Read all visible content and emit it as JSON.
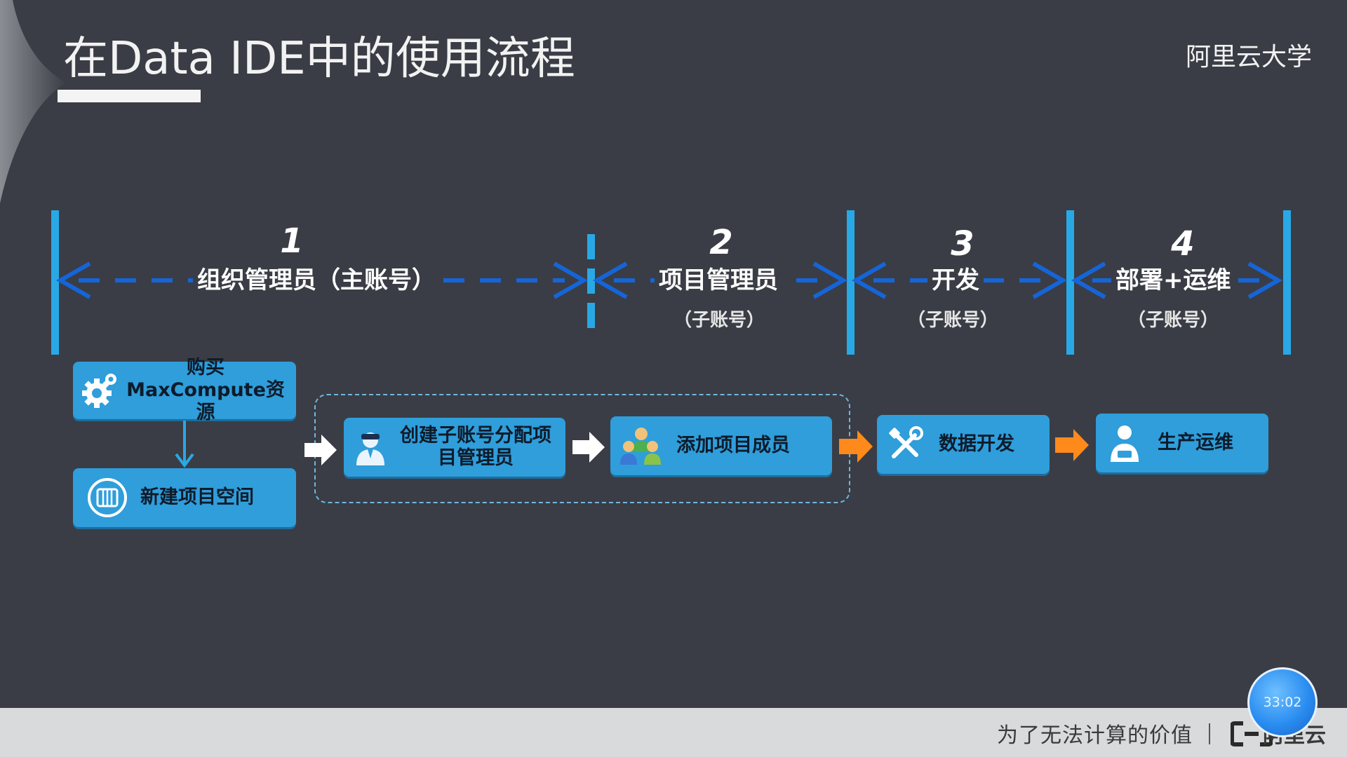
{
  "slide": {
    "title": "在Data IDE中的使用流程",
    "brand": "阿里云大学"
  },
  "stages": [
    {
      "number": "1",
      "role": "组织管理员（主账号）",
      "sub": ""
    },
    {
      "number": "2",
      "role": "项目管理员",
      "sub": "（子账号）"
    },
    {
      "number": "3",
      "role": "开发",
      "sub": "（子账号）"
    },
    {
      "number": "4",
      "role": "部署+运维",
      "sub": "（子账号）"
    }
  ],
  "steps": {
    "buy": {
      "line1": "购买",
      "line2": "MaxCompute资源",
      "icon": "gears-icon"
    },
    "create_project": {
      "label": "新建项目空间",
      "icon": "project-space-icon"
    },
    "create_subaccount": {
      "line1": "创建子账号分配项",
      "line2": "目管理员",
      "icon": "admin-user-icon"
    },
    "add_members": {
      "label": "添加项目成员",
      "icon": "team-icon"
    },
    "data_dev": {
      "label": "数据开发",
      "icon": "tools-icon"
    },
    "ops": {
      "label": "生产运维",
      "icon": "operator-icon"
    }
  },
  "colors": {
    "background": "#3a3d45",
    "timeline": "#29a8e6",
    "boundary_arrow": "#1565d8",
    "step_box": "#2f9edb",
    "white_arrow": "#ffffff",
    "orange_arrow": "#ff8a1c"
  },
  "footer": {
    "slogan": "为了无法计算的价值",
    "brand": "阿里云",
    "timer": "33:02"
  }
}
